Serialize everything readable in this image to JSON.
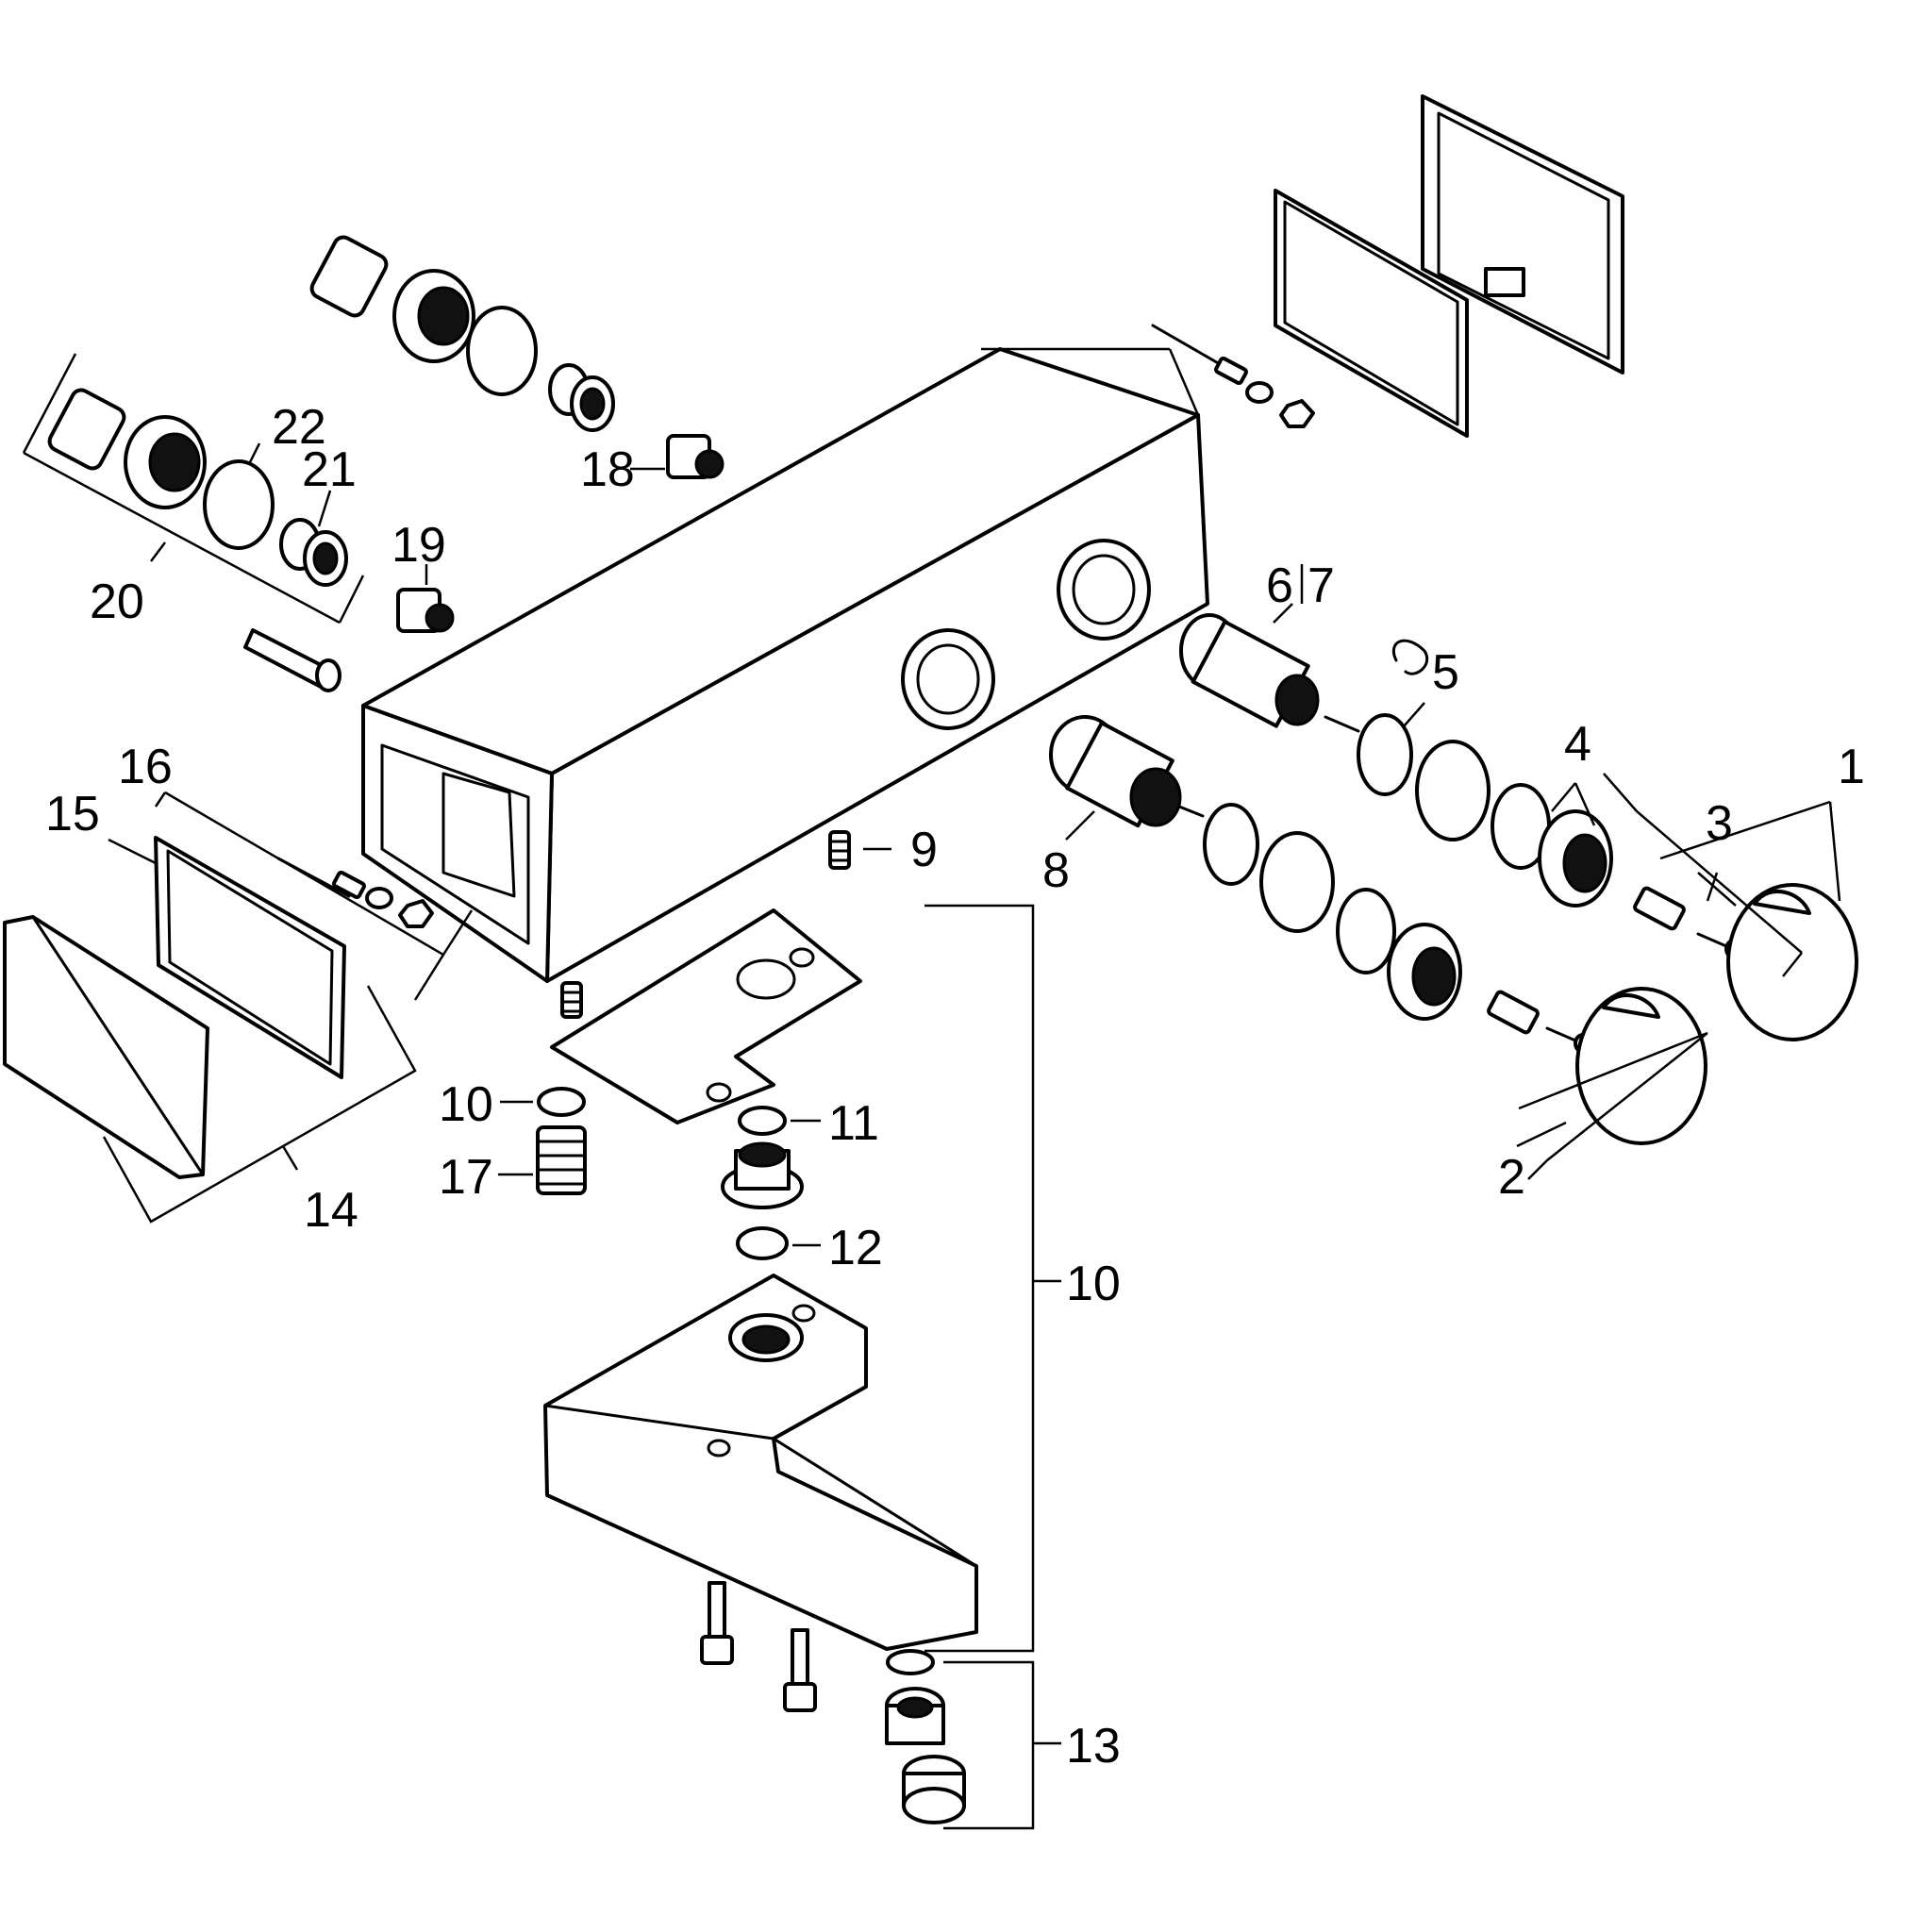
{
  "callouts": {
    "c1": "1",
    "c2": "2",
    "c3": "3",
    "c4": "4",
    "c5": "5",
    "c6": "6",
    "c7": "7",
    "c8": "8",
    "c9": "9",
    "c10_ring": "10",
    "c10_spout": "10",
    "c11": "11",
    "c12": "12",
    "c13": "13",
    "c14": "14",
    "c15": "15",
    "c16": "16",
    "c17": "17",
    "c18": "18",
    "c19": "19",
    "c20": "20",
    "c21": "21",
    "c22": "22"
  }
}
